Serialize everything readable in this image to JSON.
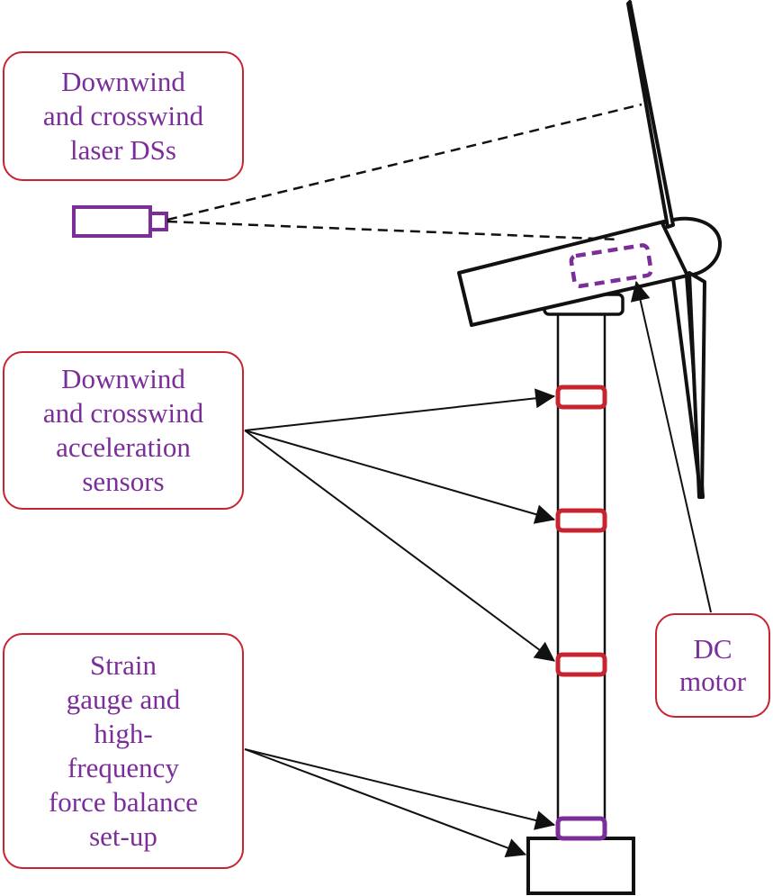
{
  "callouts": {
    "laser_sensors": "Downwind\nand crosswind\nlaser DSs",
    "acceleration_sensors": "Downwind\nand crosswind\nacceleration\nsensors",
    "strain_gauge": "Strain\ngauge and\nhigh-\nfrequency\nforce balance\nset-up",
    "dc_motor": "DC\nmotor"
  },
  "colors": {
    "outline": "#111111",
    "callout_border": "#c8242f",
    "callout_text": "#7b2d9a",
    "accel_sensor": "#c8242f",
    "strain_sensor": "#7b2d9a",
    "laser_device": "#7b2d9a"
  }
}
